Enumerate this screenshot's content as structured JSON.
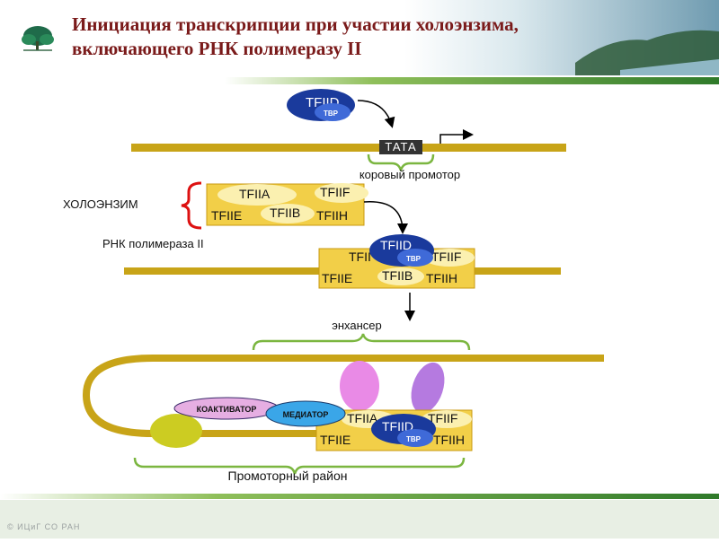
{
  "slide": {
    "title_line1": "Инициация транскрипции при участии холоэнзима,",
    "title_line2": "включающего РНК полимеразу II",
    "footer": "© ИЦиГ СО РАН"
  },
  "labels": {
    "tata": "ТАТА",
    "core_promoter": "коровый промотор",
    "holoenzyme": "ХОЛОЭНЗИМ",
    "rna_pol": "РНК полимераза II",
    "enhancer": "энхансер",
    "promoter_region": "Промоторный район",
    "coactivator": "КОАКТИВАТОР",
    "mediator": "МЕДИАТОР"
  },
  "factors": {
    "tfiid": "TFIID",
    "tbp": "TBP",
    "tfiia": "TFIIA",
    "tfiif": "TFIIF",
    "tfiie": "TFIIE",
    "tfiib": "TFIIB",
    "tfiih": "TFIIH",
    "tfii_partial": "TFII"
  },
  "colors": {
    "title": "#7a1a1a",
    "dna": "#c8a418",
    "complex_fill": "#f2cf48",
    "complex_light": "#fbf0b0",
    "complex_border": "#c89a10",
    "tfiid": "#1a3a9c",
    "tbp": "#3f6ad8",
    "bracket_red": "#dd1111",
    "brace_green": "#7bb640",
    "footer_band": "#e8efe4",
    "footer_stripe": "#5a9a3a",
    "activator_pink": "#e98ae6",
    "activator_violet": "#b57ae0",
    "activator_olive": "#cccc22",
    "coactivator": "#e6aee2",
    "mediator": "#3aa6e8"
  }
}
